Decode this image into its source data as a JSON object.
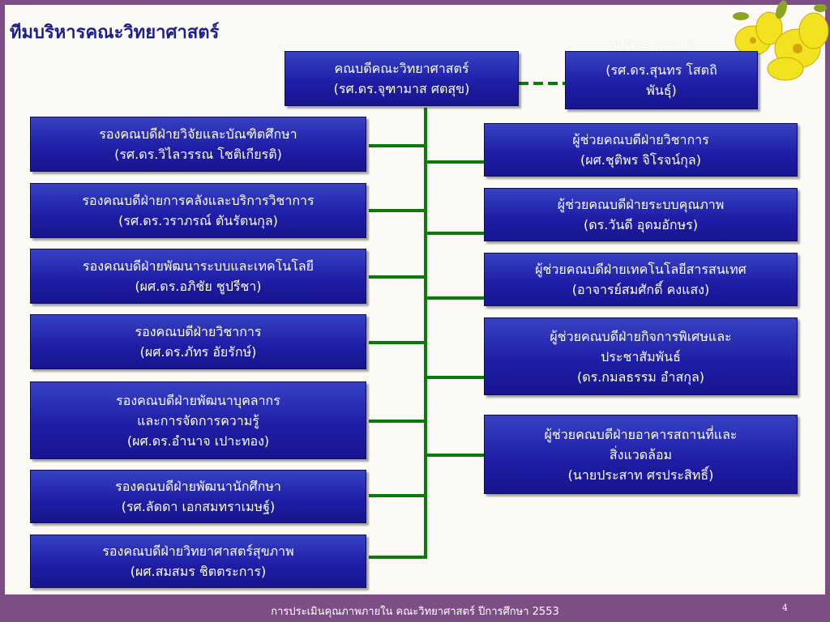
{
  "title": "ทีมบริหารคณะวิทยาศาสตร์",
  "ghost_label": "ที่ปรึกษาคณบดี",
  "dean": {
    "line1": "คณบดีคณะวิทยาศาสตร์",
    "line2": "(รศ.ดร.จุฑามาส ศตสุข)"
  },
  "advisor": {
    "line1": "(รศ.ดร.สุนทร โสตถิ",
    "line2": "พันธุ์)"
  },
  "left": [
    {
      "line1": "รองคณบดีฝ่ายวิจัยและบัณฑิตศึกษา",
      "line2": "(รศ.ดร.วิไลวรรณ  โชติเกียรติ)"
    },
    {
      "line1": "รองคณบดีฝ่ายการคลังและบริการวิชาการ",
      "line2": "(รศ.ดร.วราภรณ์  ตันรัตนกุล)"
    },
    {
      "line1": "รองคณบดีฝ่ายพัฒนาระบบและเทคโนโลยี",
      "line2": "(ผศ.ดร.อภิชัย  ชูปรีชา)"
    },
    {
      "line1": "รองคณบดีฝ่ายวิชาการ",
      "line2": "(ผศ.ดร.ภัทร  อัยรักษ์)"
    },
    {
      "line1": "รองคณบดีฝ่ายพัฒนาบุคลากร",
      "line2": "และการจัดการความรู้",
      "line3": "(ผศ.ดร.อำนาจ  เปาะทอง)"
    },
    {
      "line1": "รองคณบดีฝ่ายพัฒนานักศึกษา",
      "line2": "(รศ.ลัดดา  เอกสมทราเมษฐ์)"
    },
    {
      "line1": "รองคณบดีฝ่ายวิทยาศาสตร์สุขภาพ",
      "line2": "(ผศ.สมสมร  ชิตตระการ)"
    }
  ],
  "right": [
    {
      "line1": "ผู้ช่วยคณบดีฝ่ายวิชาการ",
      "line2": "(ผศ.ชุติพร  จิโรจน์กุล)"
    },
    {
      "line1": "ผู้ช่วยคณบดีฝ่ายระบบคุณภาพ",
      "line2": "(ดร.วันดี อุดมอักษร)"
    },
    {
      "line1": "ผู้ช่วยคณบดีฝ่ายเทคโนโลยีสารสนเทศ",
      "line2": "(อาจารย์สมศักดิ์ คงแสง)"
    },
    {
      "line1": "ผู้ช่วยคณบดีฝ่ายกิจการพิเศษและ",
      "line2": "ประชาสัมพันธ์",
      "line3": "(ดร.กมลธรรม  อำสกุล)"
    },
    {
      "line1": "ผู้ช่วยคณบดีฝ่ายอาคารสถานที่และ",
      "line2": "สิ่งแวดล้อม",
      "line3": "(นายประสาท ศรประสิทธิ์)"
    }
  ],
  "footer": "การประเมินคุณภาพภายใน คณะวิทยาศาสตร์ ปีการศึกษา 2553",
  "page_number": "4",
  "colors": {
    "box_fill": "#1f1ea7",
    "connector": "#0b7a0b",
    "title": "#1c1e8e",
    "frame": "#7d4e86"
  },
  "icons": [
    "flower-icon"
  ]
}
